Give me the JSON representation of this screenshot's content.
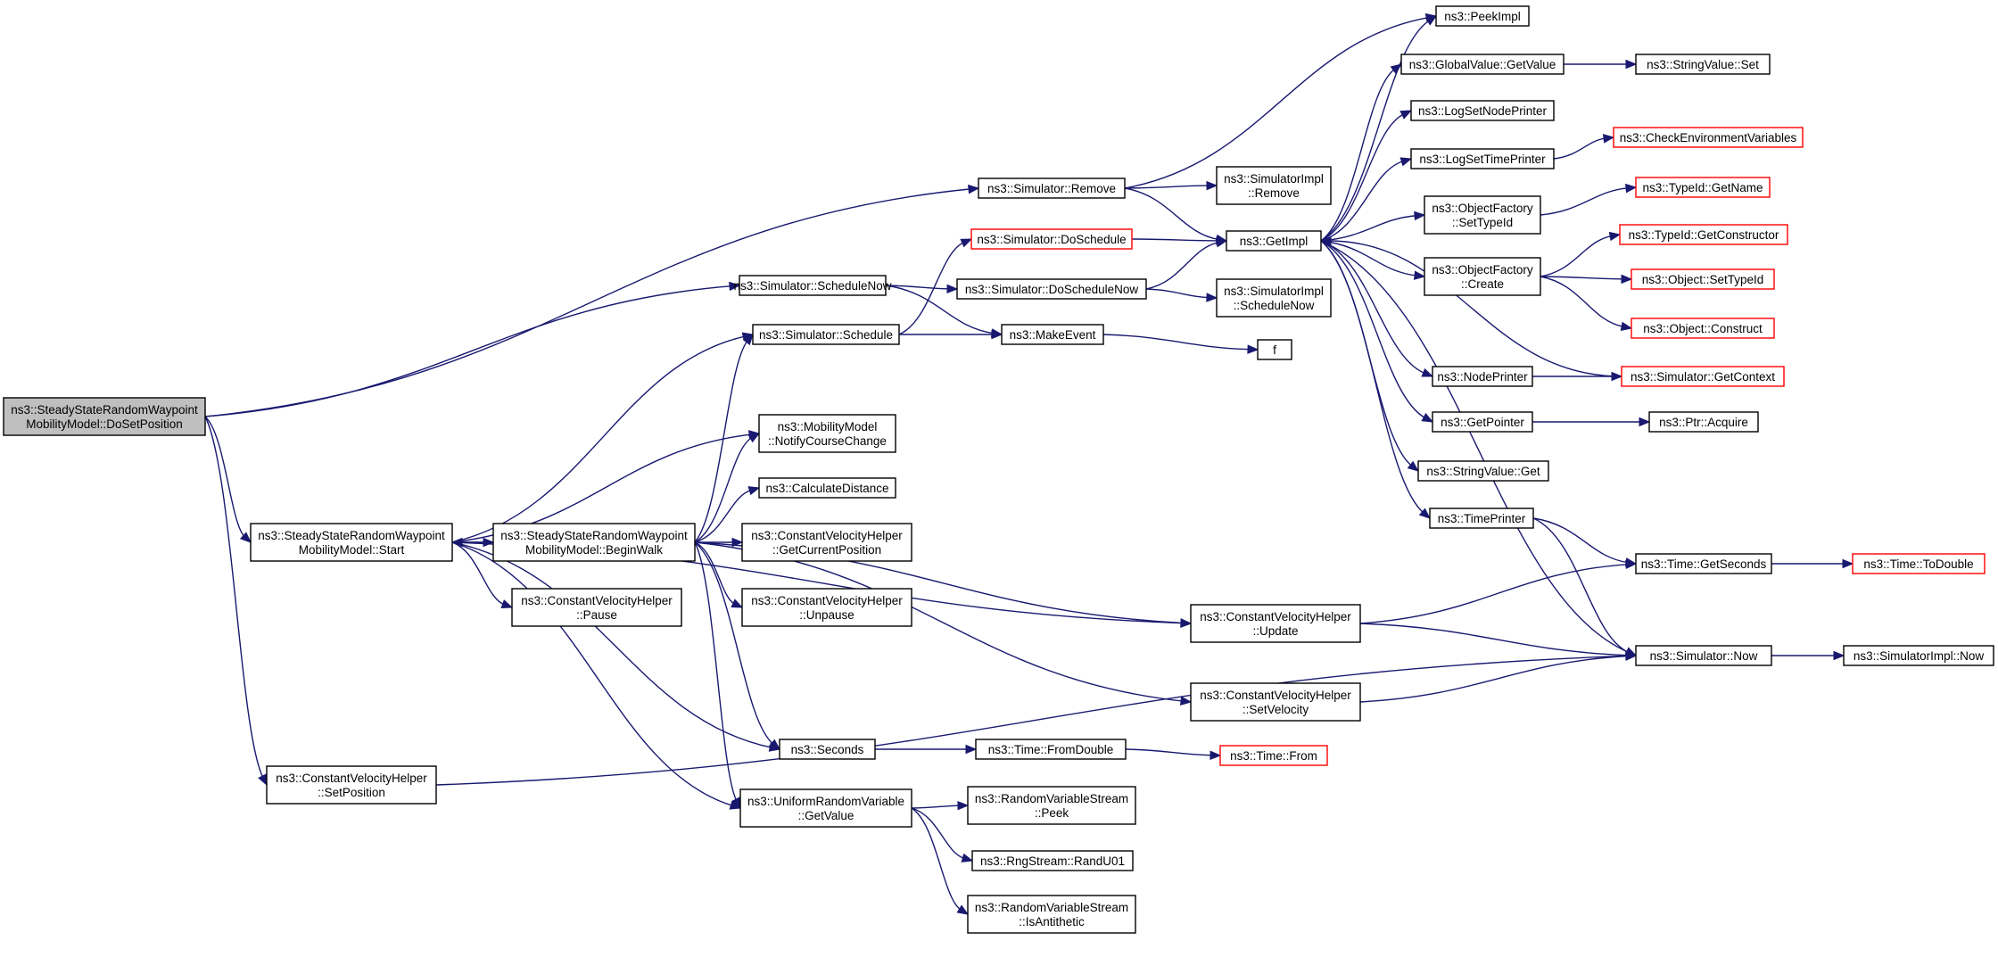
{
  "diagram": {
    "type": "call-graph",
    "colors": {
      "edge": "#191970",
      "root_fill": "#bfbfbf",
      "truncated_border": "#ff0000",
      "node_border": "#000000"
    },
    "nodes": [
      {
        "id": "root",
        "lines": [
          "ns3::SteadyStateRandomWaypoint",
          "MobilityModel::DoSetPosition"
        ],
        "style": "root"
      },
      {
        "id": "sswStart",
        "lines": [
          "ns3::SteadyStateRandomWaypoint",
          "MobilityModel::Start"
        ]
      },
      {
        "id": "sswBeginWalk",
        "lines": [
          "ns3::SteadyStateRandomWaypoint",
          "MobilityModel::BeginWalk"
        ]
      },
      {
        "id": "cvhSetPosition",
        "lines": [
          "ns3::ConstantVelocityHelper",
          "::SetPosition"
        ]
      },
      {
        "id": "simRemove",
        "lines": [
          "ns3::Simulator::Remove"
        ]
      },
      {
        "id": "simScheduleNow",
        "lines": [
          "ns3::Simulator::ScheduleNow"
        ]
      },
      {
        "id": "simSchedule",
        "lines": [
          "ns3::Simulator::Schedule"
        ]
      },
      {
        "id": "mmNotify",
        "lines": [
          "ns3::MobilityModel",
          "::NotifyCourseChange"
        ]
      },
      {
        "id": "calcDistance",
        "lines": [
          "ns3::CalculateDistance"
        ]
      },
      {
        "id": "cvhGetCurrentPosition",
        "lines": [
          "ns3::ConstantVelocityHelper",
          "::GetCurrentPosition"
        ]
      },
      {
        "id": "cvhPause",
        "lines": [
          "ns3::ConstantVelocityHelper",
          "::Pause"
        ]
      },
      {
        "id": "cvhUnpause",
        "lines": [
          "ns3::ConstantVelocityHelper",
          "::Unpause"
        ]
      },
      {
        "id": "seconds",
        "lines": [
          "ns3::Seconds"
        ]
      },
      {
        "id": "urvGetValue",
        "lines": [
          "ns3::UniformRandomVariable",
          "::GetValue"
        ]
      },
      {
        "id": "simDoSchedule",
        "lines": [
          "ns3::Simulator::DoSchedule"
        ],
        "style": "truncated"
      },
      {
        "id": "simDoScheduleNow",
        "lines": [
          "ns3::Simulator::DoScheduleNow"
        ]
      },
      {
        "id": "makeEvent",
        "lines": [
          "ns3::MakeEvent"
        ]
      },
      {
        "id": "simImplRemove",
        "lines": [
          "ns3::SimulatorImpl",
          "::Remove"
        ]
      },
      {
        "id": "getImpl",
        "lines": [
          "ns3::GetImpl"
        ]
      },
      {
        "id": "simImplScheduleNow",
        "lines": [
          "ns3::SimulatorImpl",
          "::ScheduleNow"
        ]
      },
      {
        "id": "f",
        "lines": [
          "f"
        ]
      },
      {
        "id": "cvhUpdate",
        "lines": [
          "ns3::ConstantVelocityHelper",
          "::Update"
        ]
      },
      {
        "id": "cvhSetVelocity",
        "lines": [
          "ns3::ConstantVelocityHelper",
          "::SetVelocity"
        ]
      },
      {
        "id": "timeFromDouble",
        "lines": [
          "ns3::Time::FromDouble"
        ]
      },
      {
        "id": "timeFrom",
        "lines": [
          "ns3::Time::From"
        ],
        "style": "truncated"
      },
      {
        "id": "rvsPeek",
        "lines": [
          "ns3::RandomVariableStream",
          "::Peek"
        ]
      },
      {
        "id": "rngRandU01",
        "lines": [
          "ns3::RngStream::RandU01"
        ]
      },
      {
        "id": "rvsIsAntithetic",
        "lines": [
          "ns3::RandomVariableStream",
          "::IsAntithetic"
        ]
      },
      {
        "id": "peekImpl",
        "lines": [
          "ns3::PeekImpl"
        ]
      },
      {
        "id": "gvGetValue",
        "lines": [
          "ns3::GlobalValue::GetValue"
        ]
      },
      {
        "id": "stringValueSet",
        "lines": [
          "ns3::StringValue::Set"
        ]
      },
      {
        "id": "logSetNodePrinter",
        "lines": [
          "ns3::LogSetNodePrinter"
        ]
      },
      {
        "id": "logSetTimePrinter",
        "lines": [
          "ns3::LogSetTimePrinter"
        ]
      },
      {
        "id": "checkEnv",
        "lines": [
          "ns3::CheckEnvironmentVariables"
        ],
        "style": "truncated"
      },
      {
        "id": "ofSetTypeId",
        "lines": [
          "ns3::ObjectFactory",
          "::SetTypeId"
        ]
      },
      {
        "id": "typeIdGetName",
        "lines": [
          "ns3::TypeId::GetName"
        ],
        "style": "truncated"
      },
      {
        "id": "ofCreate",
        "lines": [
          "ns3::ObjectFactory",
          "::Create"
        ]
      },
      {
        "id": "typeIdGetConstructor",
        "lines": [
          "ns3::TypeId::GetConstructor"
        ],
        "style": "truncated"
      },
      {
        "id": "objSetTypeId",
        "lines": [
          "ns3::Object::SetTypeId"
        ],
        "style": "truncated"
      },
      {
        "id": "objConstruct",
        "lines": [
          "ns3::Object::Construct"
        ],
        "style": "truncated"
      },
      {
        "id": "nodePrinter",
        "lines": [
          "ns3::NodePrinter"
        ]
      },
      {
        "id": "simGetContext",
        "lines": [
          "ns3::Simulator::GetContext"
        ],
        "style": "truncated"
      },
      {
        "id": "getPointer",
        "lines": [
          "ns3::GetPointer"
        ]
      },
      {
        "id": "ptrAcquire",
        "lines": [
          "ns3::Ptr::Acquire"
        ]
      },
      {
        "id": "stringValueGet",
        "lines": [
          "ns3::StringValue::Get"
        ]
      },
      {
        "id": "timePrinter",
        "lines": [
          "ns3::TimePrinter"
        ]
      },
      {
        "id": "timeGetSeconds",
        "lines": [
          "ns3::Time::GetSeconds"
        ]
      },
      {
        "id": "timeToDouble",
        "lines": [
          "ns3::Time::ToDouble"
        ],
        "style": "truncated"
      },
      {
        "id": "simNow",
        "lines": [
          "ns3::Simulator::Now"
        ]
      },
      {
        "id": "simImplNow",
        "lines": [
          "ns3::SimulatorImpl::Now"
        ]
      }
    ],
    "edges": [
      [
        "root",
        "simRemove"
      ],
      [
        "root",
        "simScheduleNow"
      ],
      [
        "root",
        "sswStart"
      ],
      [
        "root",
        "cvhSetPosition"
      ],
      [
        "sswStart",
        "sswBeginWalk"
      ],
      [
        "sswStart",
        "simSchedule"
      ],
      [
        "sswStart",
        "mmNotify"
      ],
      [
        "sswStart",
        "cvhUpdate"
      ],
      [
        "sswStart",
        "cvhPause"
      ],
      [
        "sswStart",
        "seconds"
      ],
      [
        "sswStart",
        "urvGetValue"
      ],
      [
        "sswBeginWalk",
        "sswStart"
      ],
      [
        "sswBeginWalk",
        "simSchedule"
      ],
      [
        "sswBeginWalk",
        "mmNotify"
      ],
      [
        "sswBeginWalk",
        "calcDistance"
      ],
      [
        "sswBeginWalk",
        "cvhGetCurrentPosition"
      ],
      [
        "sswBeginWalk",
        "cvhUnpause"
      ],
      [
        "sswBeginWalk",
        "cvhUpdate"
      ],
      [
        "sswBeginWalk",
        "cvhSetVelocity"
      ],
      [
        "sswBeginWalk",
        "seconds"
      ],
      [
        "sswBeginWalk",
        "urvGetValue"
      ],
      [
        "cvhSetPosition",
        "simNow"
      ],
      [
        "simRemove",
        "peekImpl"
      ],
      [
        "simRemove",
        "simImplRemove"
      ],
      [
        "simRemove",
        "getImpl"
      ],
      [
        "simScheduleNow",
        "simDoScheduleNow"
      ],
      [
        "simScheduleNow",
        "makeEvent"
      ],
      [
        "simSchedule",
        "simDoSchedule"
      ],
      [
        "simSchedule",
        "makeEvent"
      ],
      [
        "simDoSchedule",
        "getImpl"
      ],
      [
        "simDoScheduleNow",
        "getImpl"
      ],
      [
        "simDoScheduleNow",
        "simImplScheduleNow"
      ],
      [
        "makeEvent",
        "f"
      ],
      [
        "getImpl",
        "peekImpl"
      ],
      [
        "getImpl",
        "gvGetValue"
      ],
      [
        "getImpl",
        "logSetNodePrinter"
      ],
      [
        "getImpl",
        "logSetTimePrinter"
      ],
      [
        "getImpl",
        "ofSetTypeId"
      ],
      [
        "getImpl",
        "ofCreate"
      ],
      [
        "getImpl",
        "nodePrinter"
      ],
      [
        "getImpl",
        "getPointer"
      ],
      [
        "getImpl",
        "stringValueGet"
      ],
      [
        "getImpl",
        "timePrinter"
      ],
      [
        "getImpl",
        "simNow"
      ],
      [
        "gvGetValue",
        "stringValueSet"
      ],
      [
        "logSetTimePrinter",
        "checkEnv"
      ],
      [
        "ofSetTypeId",
        "typeIdGetName"
      ],
      [
        "ofCreate",
        "typeIdGetConstructor"
      ],
      [
        "ofCreate",
        "objSetTypeId"
      ],
      [
        "ofCreate",
        "objConstruct"
      ],
      [
        "nodePrinter",
        "simGetContext"
      ],
      [
        "simGetContext",
        "getImpl"
      ],
      [
        "getPointer",
        "ptrAcquire"
      ],
      [
        "timePrinter",
        "timeGetSeconds"
      ],
      [
        "timePrinter",
        "simNow"
      ],
      [
        "timeGetSeconds",
        "timeToDouble"
      ],
      [
        "simNow",
        "simImplNow"
      ],
      [
        "cvhUpdate",
        "timeGetSeconds"
      ],
      [
        "cvhUpdate",
        "simNow"
      ],
      [
        "cvhSetVelocity",
        "simNow"
      ],
      [
        "seconds",
        "timeFromDouble"
      ],
      [
        "timeFromDouble",
        "timeFrom"
      ],
      [
        "urvGetValue",
        "rvsPeek"
      ],
      [
        "urvGetValue",
        "rngRandU01"
      ],
      [
        "urvGetValue",
        "rvsIsAntithetic"
      ]
    ]
  }
}
